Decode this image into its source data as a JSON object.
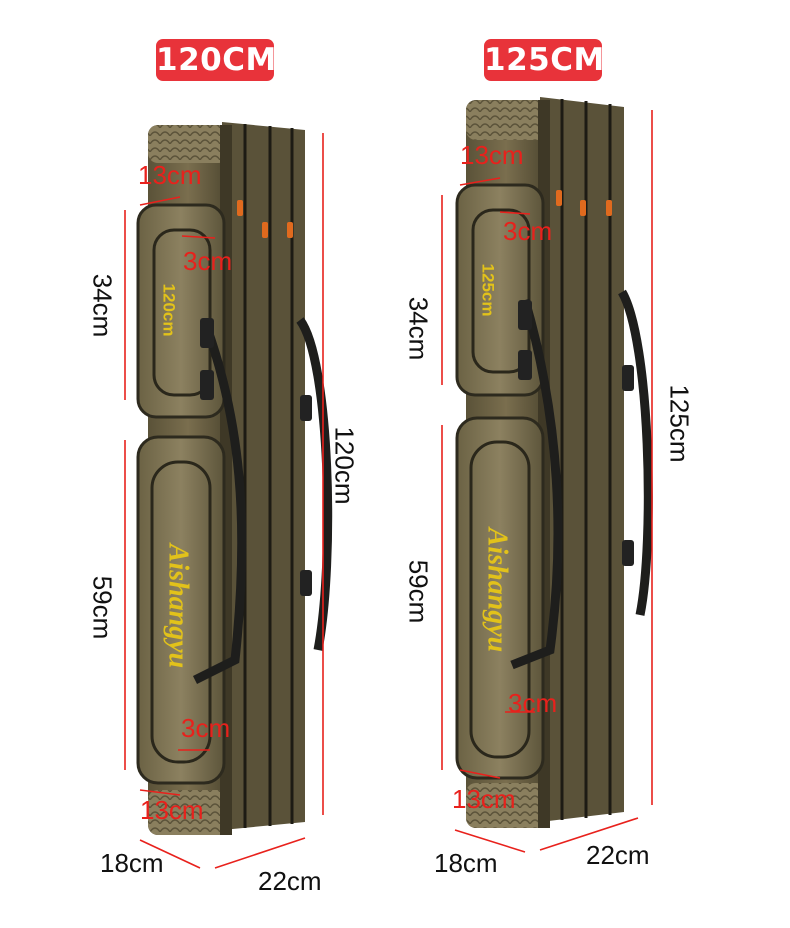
{
  "products": [
    {
      "size_tag": "120CM",
      "brand": "Aishangyu",
      "pouch_label": "120cm",
      "dims": {
        "top_margin": "13cm",
        "top_inner": "3cm",
        "small_pouch": "34cm",
        "large_pouch": "59cm",
        "bottom_inner": "3cm",
        "bottom_margin": "13cm",
        "total_length": "120cm",
        "depth": "18cm",
        "width": "22cm"
      }
    },
    {
      "size_tag": "125CM",
      "brand": "Aishangyu",
      "pouch_label": "125cm",
      "dims": {
        "top_margin": "13cm",
        "top_inner": "3cm",
        "small_pouch": "34cm",
        "large_pouch": "59cm",
        "bottom_inner": "3cm",
        "bottom_margin": "13cm",
        "total_length": "125cm",
        "depth": "18cm",
        "width": "22cm"
      }
    }
  ],
  "colors": {
    "tag_bg": "#e8333a",
    "dimension_red": "#e8211c",
    "bag_olive": "#6f6345",
    "bag_dark": "#4e4631",
    "strap": "#1e1e1c",
    "brand_yellow": "#e2c21a"
  }
}
